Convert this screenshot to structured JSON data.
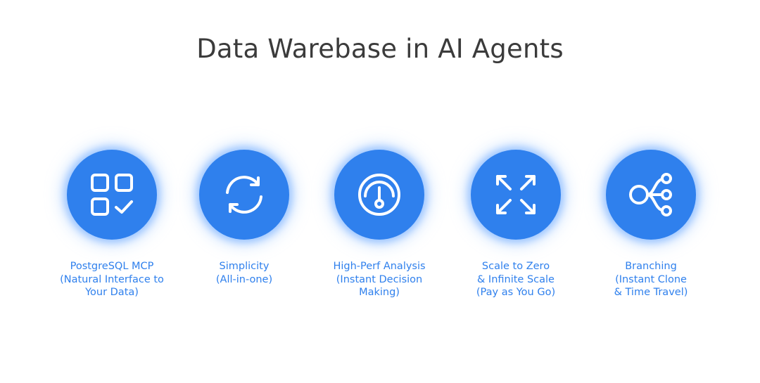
{
  "title": "Data Warebase in AI Agents",
  "accent_color": "#2f80ed",
  "features": [
    {
      "icon": "grid-check-icon",
      "lines": [
        "PostgreSQL MCP",
        "(Natural Interface to",
        "Your Data)"
      ]
    },
    {
      "icon": "refresh-cycle-icon",
      "lines": [
        "Simplicity",
        "(All-in-one)"
      ]
    },
    {
      "icon": "gauge-icon",
      "lines": [
        "High-Perf Analysis",
        "(Instant Decision",
        "Making)"
      ]
    },
    {
      "icon": "expand-arrows-icon",
      "lines": [
        "Scale to Zero",
        "& Infinite Scale",
        "(Pay as You Go)"
      ]
    },
    {
      "icon": "branching-icon",
      "lines": [
        "Branching",
        "(Instant Clone",
        "& Time Travel)"
      ]
    }
  ]
}
